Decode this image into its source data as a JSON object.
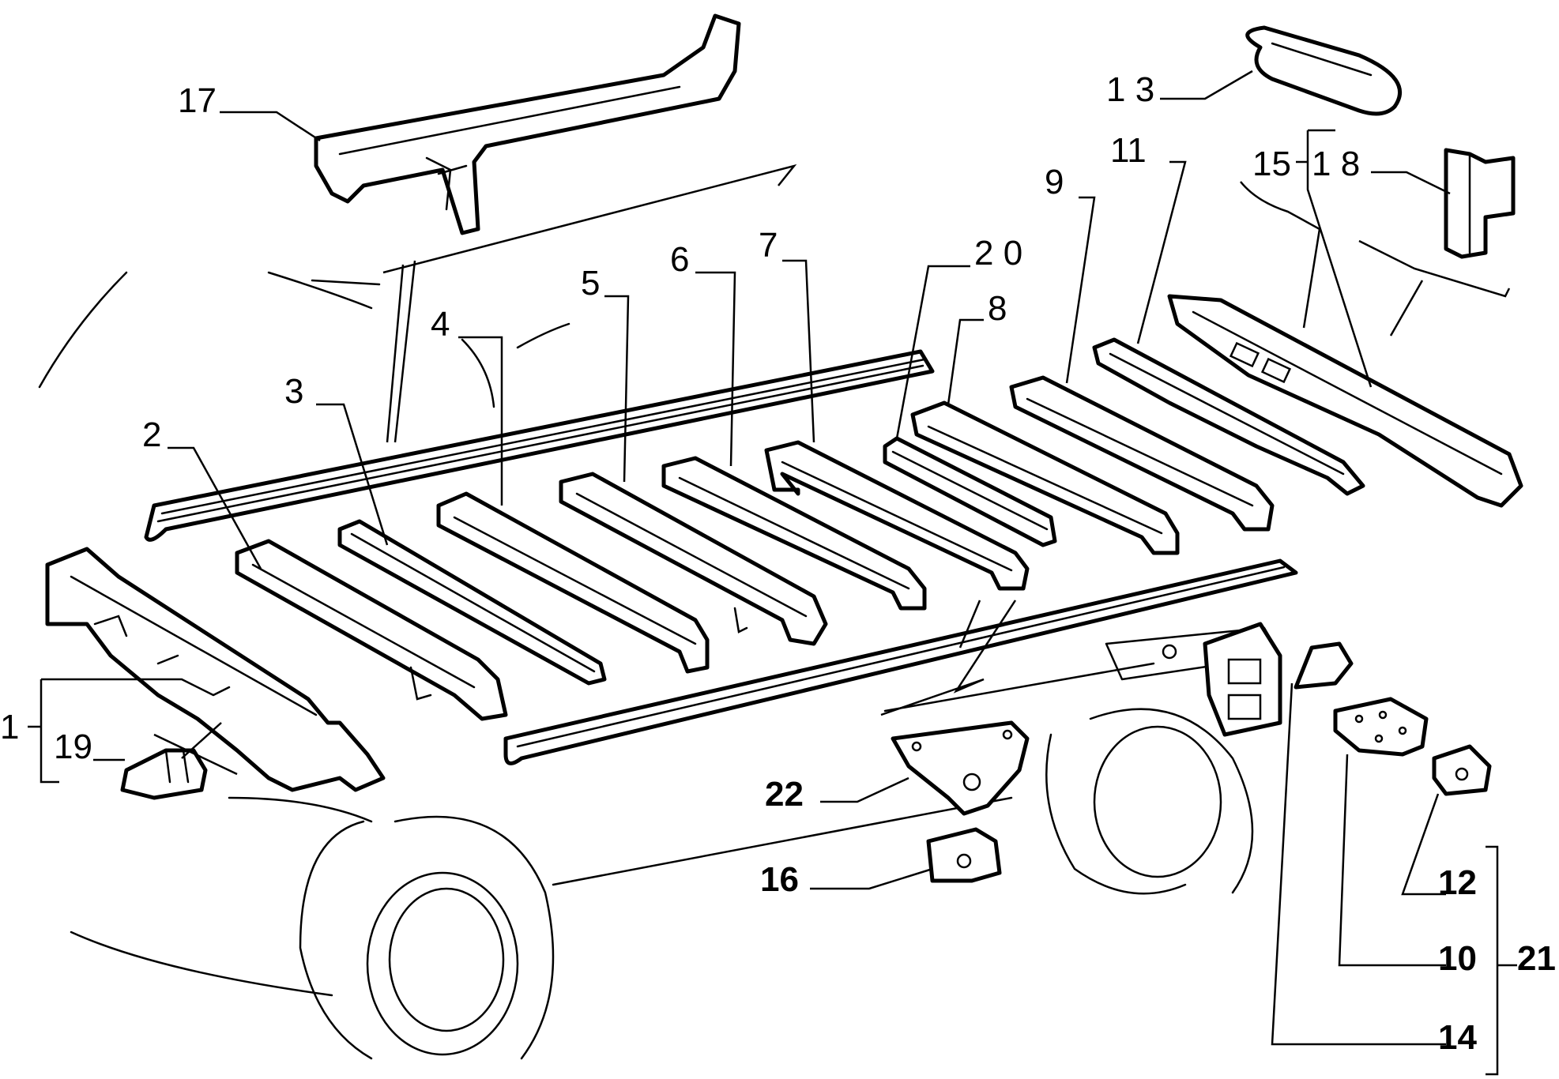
{
  "callouts": {
    "c1": "1",
    "c2": "2",
    "c3": "3",
    "c4": "4",
    "c5": "5",
    "c6": "6",
    "c7": "7",
    "c8": "8",
    "c9": "9",
    "c10": "10",
    "c11": "11",
    "c12": "12",
    "c13": "1 3",
    "c14": "14",
    "c15": "15",
    "c16": "16",
    "c17": "17",
    "c18": "1 8",
    "c19": "19",
    "c20": "2 0",
    "c21": "21",
    "c22": "22"
  }
}
